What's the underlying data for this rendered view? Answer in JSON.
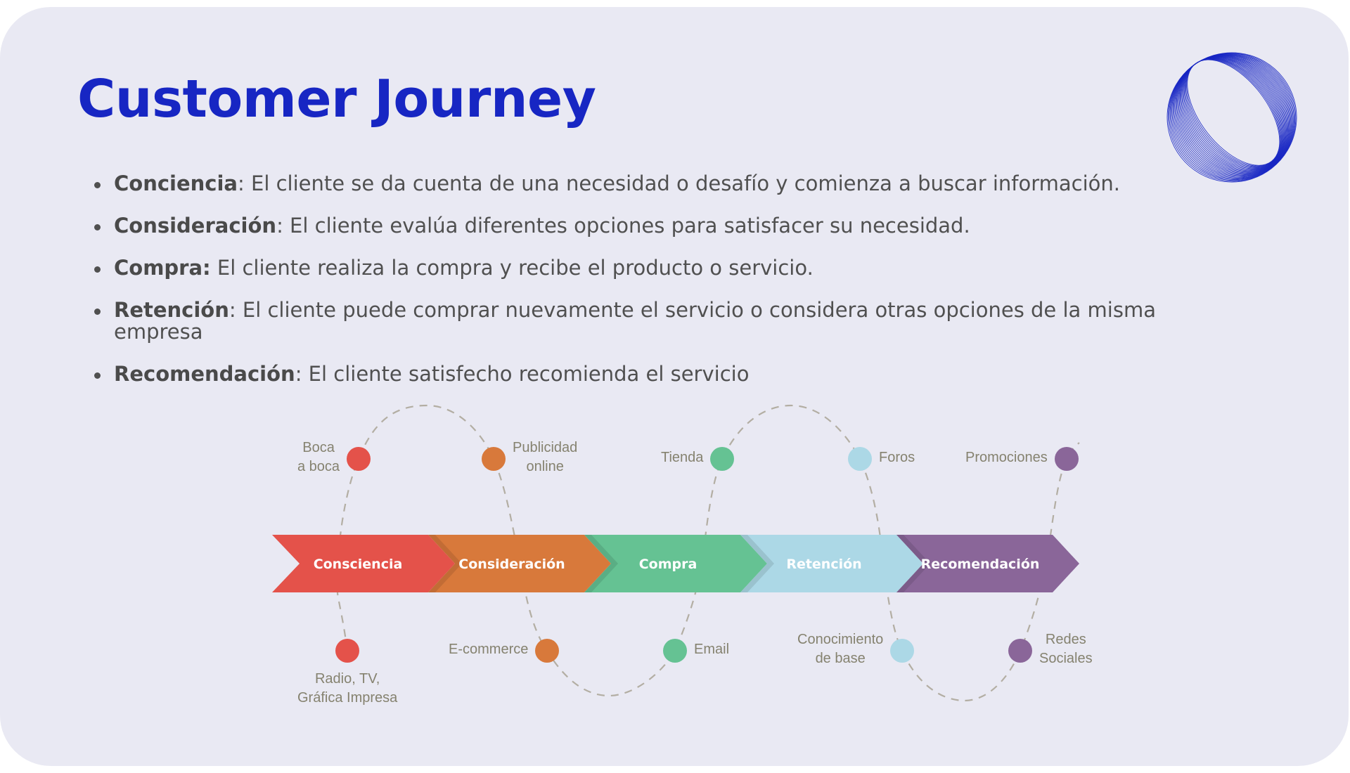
{
  "title": "Customer Journey",
  "logo": {
    "icon": "wireframe-sphere-logo",
    "color": "#1726c3"
  },
  "bullets": [
    {
      "term": "Conciencia",
      "separator": ":",
      "text": " El cliente se da cuenta de una necesidad o desafío y comienza a buscar información."
    },
    {
      "term": "Consideración",
      "separator": ":",
      "text": " El cliente evalúa diferentes opciones para satisfacer su necesidad."
    },
    {
      "term": "Compra:",
      "separator": "",
      "text": " El cliente realiza la compra y recibe el producto o servicio."
    },
    {
      "term": "Retención",
      "separator": ":",
      "text": " El cliente puede comprar nuevamente el servicio o considera otras opciones de la misma empresa"
    },
    {
      "term": "Recomendación",
      "separator": ":",
      "text": " El cliente satisfecho recomienda el servicio"
    }
  ],
  "stages": [
    {
      "label": "Consciencia",
      "color": "#e4524a",
      "label_color": "#ffffff"
    },
    {
      "label": "Consideración",
      "color": "#d8793b",
      "label_color": "#ffffff"
    },
    {
      "label": "Compra",
      "color": "#65c293",
      "label_color": "#ffffff"
    },
    {
      "label": "Retención",
      "color": "#acd8e6",
      "label_color": "#e8eef6"
    },
    {
      "label": "Recomendación",
      "color": "#8a6699",
      "label_color": "#ffffff"
    }
  ],
  "touchpoints": {
    "top": [
      {
        "label_lines": [
          "Boca",
          "a boca"
        ],
        "stage": 0
      },
      {
        "label_lines": [
          "Publicidad",
          "online"
        ],
        "stage": 1
      },
      {
        "label_lines": [
          "Tienda"
        ],
        "stage": 2
      },
      {
        "label_lines": [
          "Foros"
        ],
        "stage": 3
      },
      {
        "label_lines": [
          "Promociones"
        ],
        "stage": 4
      }
    ],
    "bottom": [
      {
        "label_lines": [
          "Radio, TV,",
          "Gráfica Impresa"
        ],
        "stage": 0
      },
      {
        "label_lines": [
          "E-commerce"
        ],
        "stage": 1
      },
      {
        "label_lines": [
          "Email"
        ],
        "stage": 2
      },
      {
        "label_lines": [
          "Conocimiento",
          "de base"
        ],
        "stage": 3
      },
      {
        "label_lines": [
          "Redes",
          "Sociales"
        ],
        "stage": 4
      }
    ]
  },
  "connector": {
    "style": "dashed",
    "color": "#b3aea3"
  }
}
